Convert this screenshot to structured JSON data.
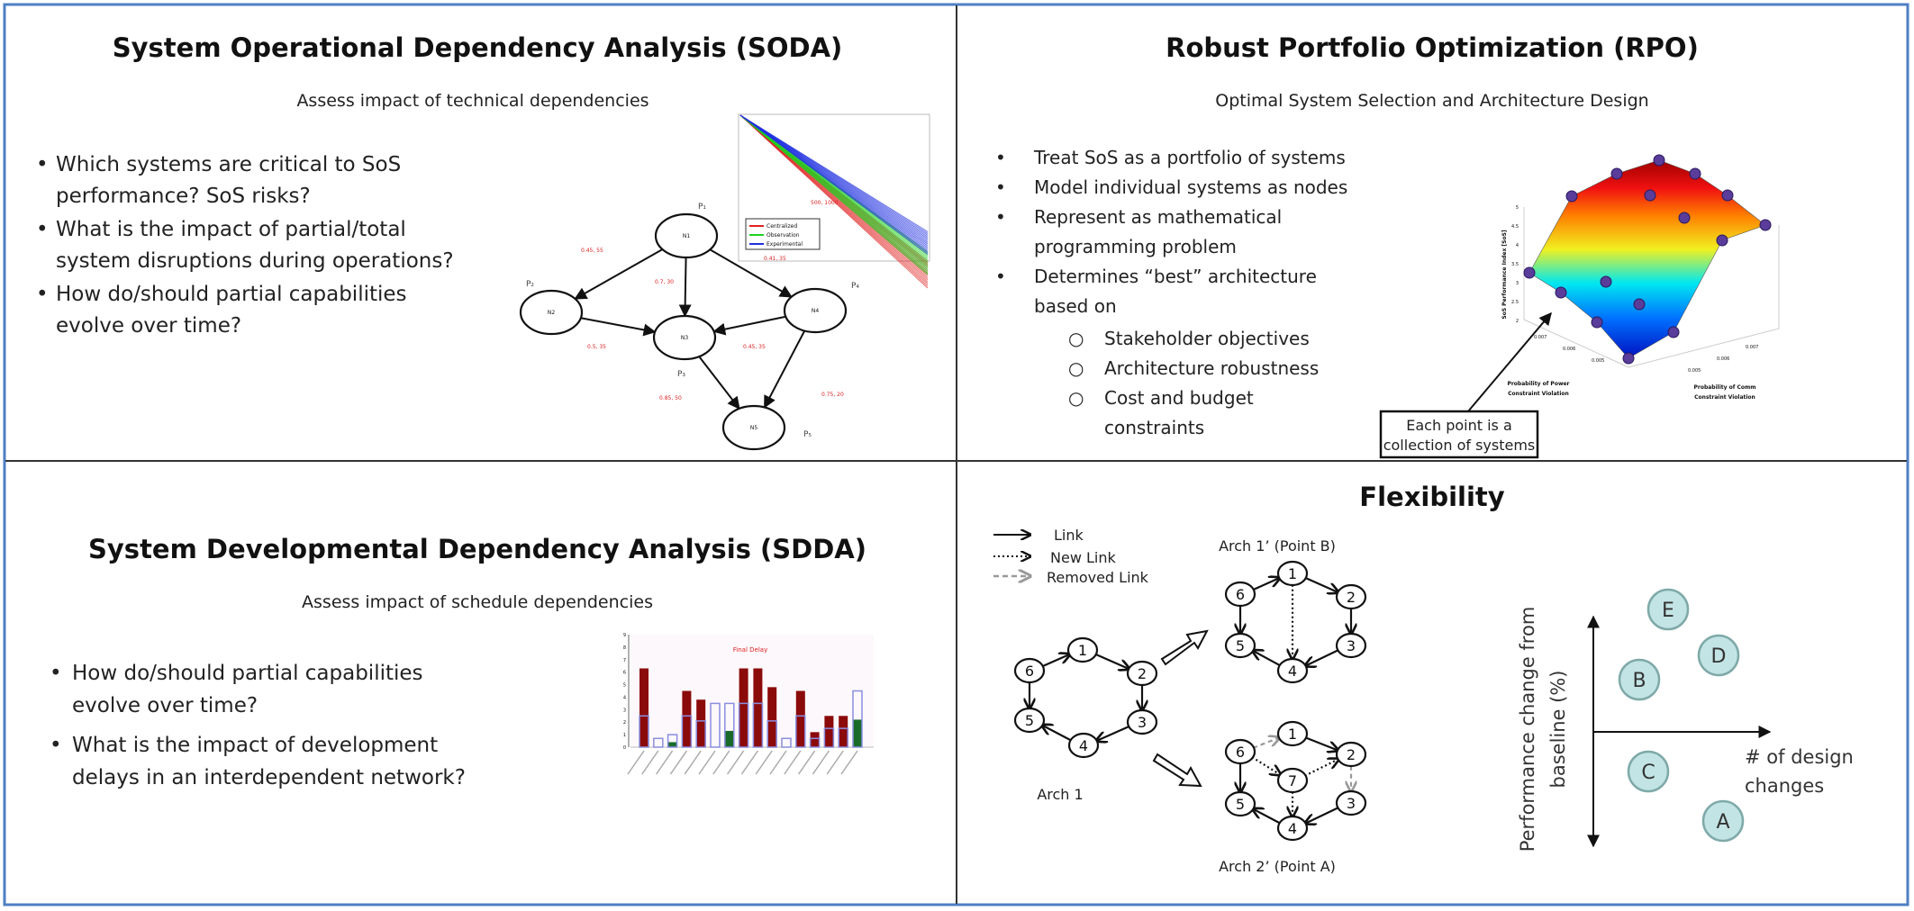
{
  "border_color": "#4f7fc4",
  "soda": {
    "title": "System Operational Dependency Analysis (SODA)",
    "subtitle": "Assess impact of technical dependencies",
    "bullets": [
      [
        "Which systems are critical to SoS",
        "performance? SoS risks?"
      ],
      [
        "What is the impact of partial/total",
        "system disruptions during operations?"
      ],
      [
        "How do/should partial capabilities",
        "evolve over time?"
      ]
    ],
    "graph": {
      "node_label": "N",
      "node_names": [
        "P₁",
        "P₂",
        "P₃",
        "P₄",
        "P₅"
      ],
      "edge_labels": [
        "0.45, 55",
        "0.7, 30",
        "0.41, 35",
        "0.5, 35",
        "0.45, 35",
        "0.85, 50",
        "0.75, 20"
      ],
      "inset_annotation": "500, 1000",
      "inset_legend": [
        "Centralized",
        "Observation",
        "Experimental"
      ],
      "inset_colors": [
        "#e02020",
        "#20d020",
        "#2030e0"
      ]
    }
  },
  "rpo": {
    "title": "Robust Portfolio Optimization (RPO)",
    "subtitle": "Optimal System Selection and Architecture Design",
    "bullets": [
      [
        "Treat SoS as a portfolio of systems"
      ],
      [
        "Model individual systems as nodes"
      ],
      [
        "Represent as mathematical",
        "programming problem"
      ],
      [
        "Determines “best” architecture",
        "based on"
      ]
    ],
    "sub_bullets": [
      [
        "Stakeholder objectives"
      ],
      [
        "Architecture robustness"
      ],
      [
        "Cost and budget",
        "constraints"
      ]
    ],
    "callout": [
      "Each point is a",
      "collection of systems"
    ],
    "plot": {
      "zlabel": "SoS Performance Index [SoS]",
      "xlabel": [
        "Probability of Power",
        "Constraint Violation"
      ],
      "ylabel": [
        "Probability of Comm",
        "Constraint Violation"
      ],
      "z_ticks": [
        "5",
        "4.5",
        "4",
        "3.5",
        "3",
        "2.5",
        "2"
      ],
      "x_ticks": [
        "0.007",
        "0.006",
        "0.005"
      ],
      "y_ticks": [
        "0.007",
        "0.006",
        "0.005"
      ]
    }
  },
  "sdda": {
    "title": "System Developmental Dependency Analysis (SDDA)",
    "subtitle": "Assess impact of schedule dependencies",
    "bullets": [
      [
        "How do/should partial capabilities",
        "evolve over time?"
      ],
      [
        "What is the impact of development",
        "delays in an interdependent network?"
      ]
    ],
    "chart": {
      "title": "Final Delay",
      "y_ticks": [
        "0",
        "1",
        "2",
        "3",
        "4",
        "5",
        "6",
        "7",
        "8",
        "9"
      ],
      "ylim": [
        0,
        9
      ],
      "delay_values": [
        6.3,
        0,
        0.4,
        4.5,
        3.8,
        0,
        1.3,
        6.3,
        6.3,
        4.8,
        0,
        4.5,
        1.2,
        2.5,
        2.5,
        2.2
      ],
      "delay_is_green": [
        false,
        false,
        true,
        false,
        false,
        false,
        true,
        false,
        false,
        false,
        false,
        false,
        false,
        false,
        false,
        true
      ],
      "outline_values": [
        2.5,
        0.7,
        1.0,
        2.5,
        2.1,
        3.5,
        3.5,
        3.5,
        3.5,
        2.1,
        0.7,
        2.5,
        0.7,
        1.5,
        1.5,
        4.5
      ],
      "colors": {
        "delay": "#8b0a0a",
        "green": "#1a6b2a",
        "outline": "#8a8ee0"
      }
    }
  },
  "flex": {
    "title": "Flexibility",
    "legend": [
      "Link",
      "New Link",
      "Removed Link"
    ],
    "arch1_label": "Arch 1",
    "arch1p_label": "Arch 1’ (Point B)",
    "arch2p_label": "Arch 2’ (Point A)",
    "node_labels": [
      "1",
      "2",
      "3",
      "4",
      "5",
      "6",
      "7"
    ],
    "scatter": {
      "ylabel": [
        "Performance change from",
        "baseline (%)"
      ],
      "xlabel": [
        "# of design",
        "changes"
      ],
      "points": [
        "E",
        "D",
        "B",
        "C",
        "A"
      ],
      "point_fill": "#c3e4e4",
      "point_stroke": "#7fa9a9"
    }
  }
}
